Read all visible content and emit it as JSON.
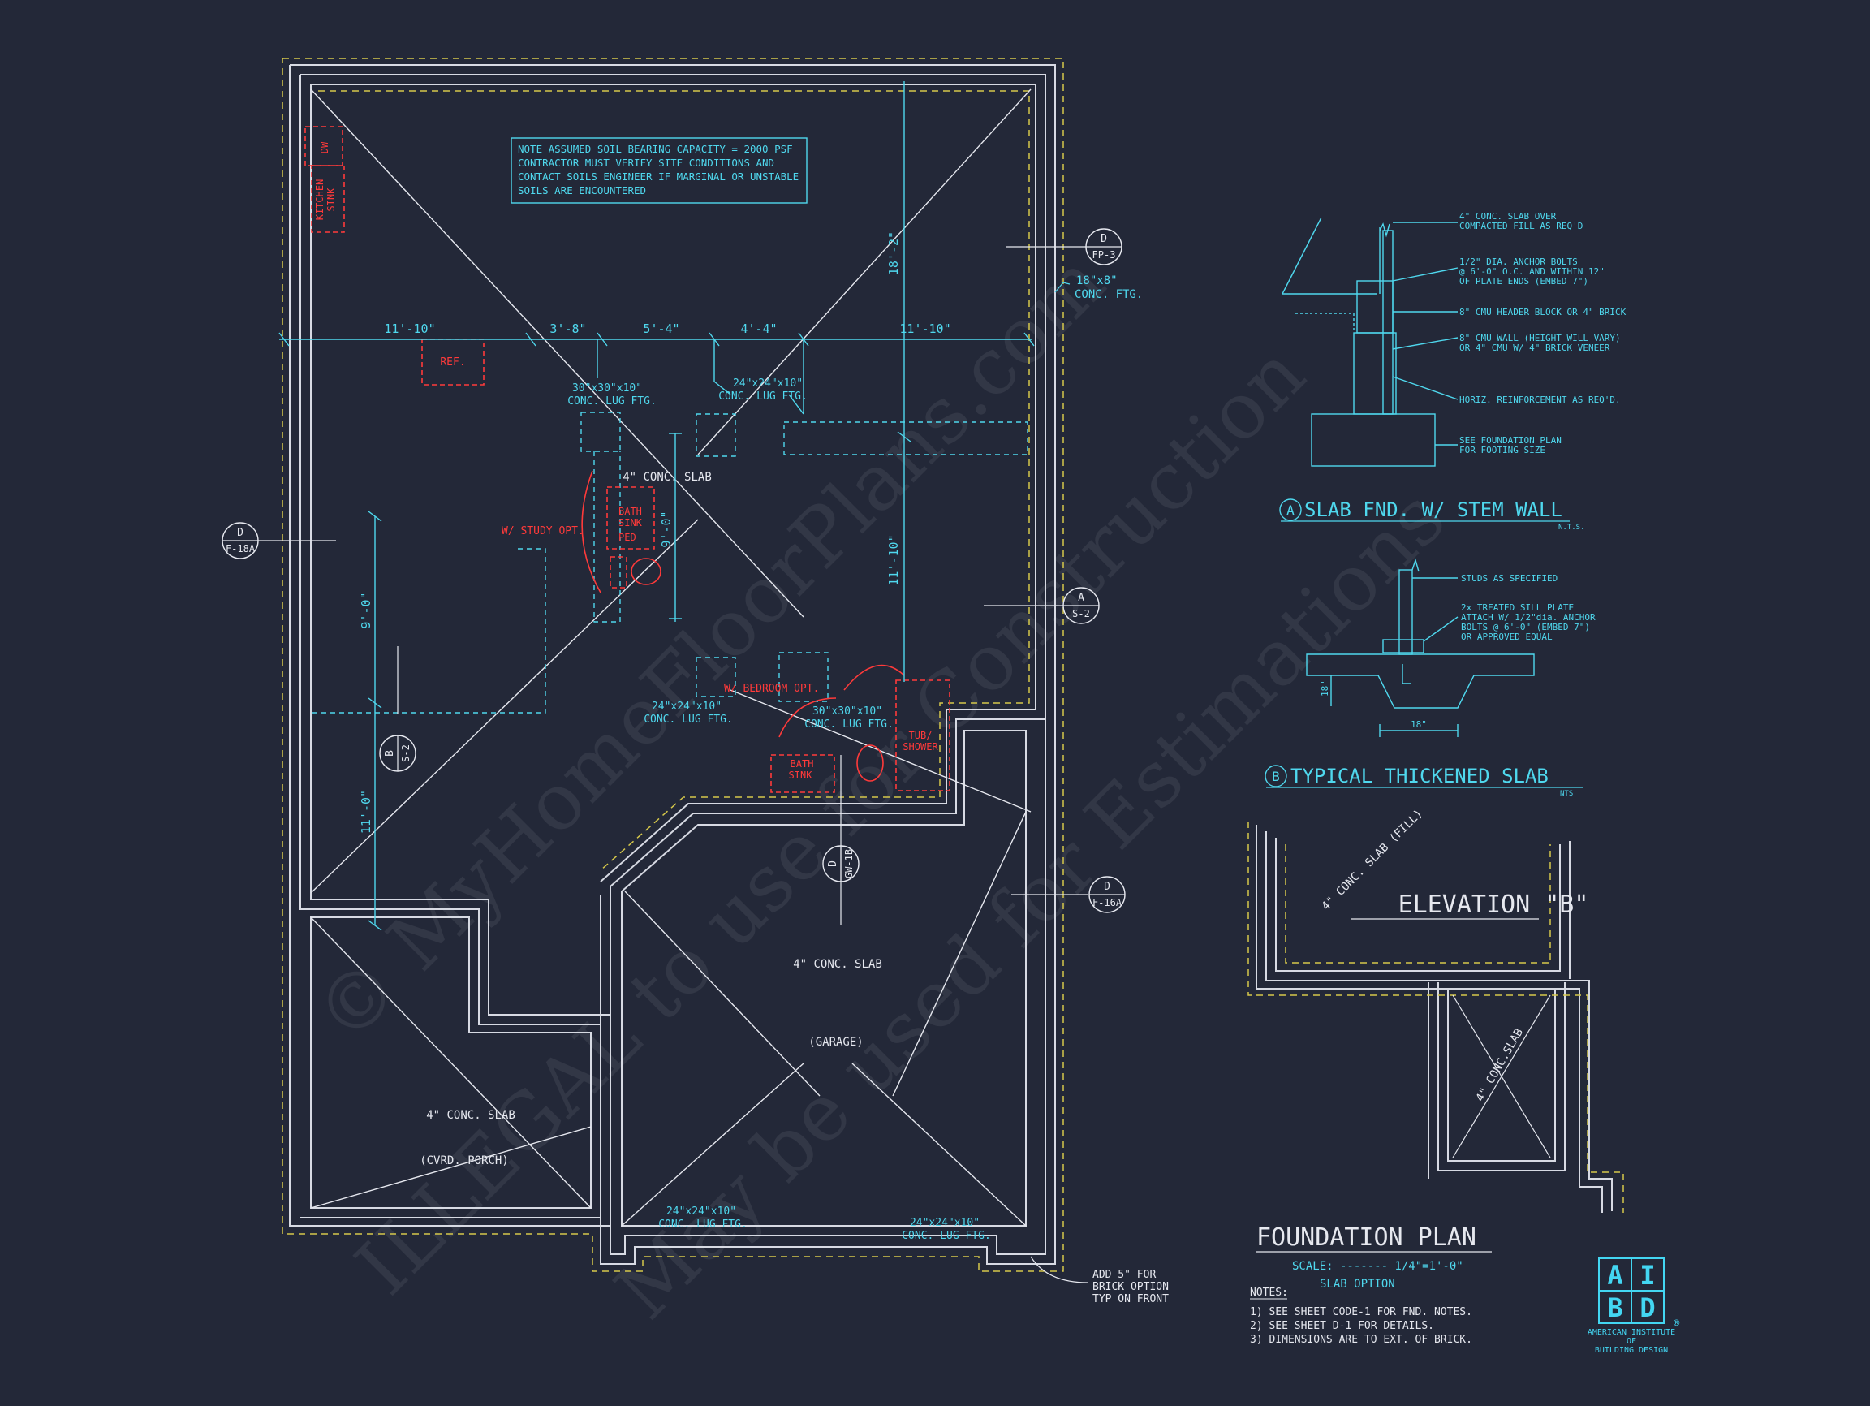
{
  "colors": {
    "background": "#232838",
    "wall": "#d7dae3",
    "dimension": "#4fd8ee",
    "dashed_edge": "#d6c84a",
    "fixture": "#ff3a3a",
    "logo": "#43d6f2"
  },
  "watermark": [
    "© MyHomeFloorPlans.com",
    "ILLEGAL to use for Construction",
    "May be used for Estimations"
  ],
  "plan": {
    "dimensions_top": [
      "11'-10\"",
      "3'-8\"",
      "5'-4\"",
      "4'-4\"",
      "11'-10\""
    ],
    "dim_right_vertical_upper": "18'-2\"",
    "dim_right_vertical_lower": "11'-10\"",
    "dim_mid_vertical": "9'-0\"",
    "dim_left_upper": "9'-0\"",
    "dim_left_lower": "11'-0\"",
    "soil_note": [
      "NOTE ASSUMED SOIL BEARING CAPACITY = 2000 PSF",
      "CONTRACTOR MUST VERIFY SITE CONDITIONS AND",
      "CONTACT SOILS ENGINEER IF MARGINAL OR UNSTABLE",
      "SOILS ARE ENCOUNTERED"
    ],
    "conc_ftg_note": [
      "18\"x8\"",
      "CONC. FTG."
    ],
    "footing_labels": {
      "f30a": [
        "30\"x30\"x10\"",
        "CONC. LUG FTG."
      ],
      "f24a": [
        "24\"x24\"x10\"",
        "CONC. LUG FTG."
      ],
      "f24b": [
        "24\"x24\"x10\"",
        "CONC. LUG FTG."
      ],
      "f30b": [
        "30\"x30\"x10\"",
        "CONC. LUG FTG."
      ],
      "f24c": [
        "24\"x24\"x10\"",
        "CONC. LUG FTG."
      ],
      "f24d": [
        "24\"x24\"x10\"",
        "CONC. LUG FTG."
      ]
    },
    "slab_labels": {
      "main": "4\" CONC. SLAB",
      "garage": "4\" CONC. SLAB",
      "garage_name": "(GARAGE)",
      "porch": "4\" CONC. SLAB",
      "porch_name": "(CVRD. PORCH)"
    },
    "red_labels": {
      "dw": "DW",
      "kitchen_sink": [
        "KITCHEN",
        "SINK"
      ],
      "ref": "REF.",
      "bath_sink_ped": [
        "BATH",
        "SINK",
        "PED"
      ],
      "study_opt": "W/ STUDY OPT.",
      "bedroom_opt": "W/ BEDROOM OPT.",
      "tub_shower": [
        "TUB/",
        "SHOWER"
      ],
      "bath_sink": [
        "BATH",
        "SINK"
      ]
    },
    "section_markers": [
      {
        "letter": "D",
        "sheet": "FP-3"
      },
      {
        "letter": "D",
        "sheet": "F-18A"
      },
      {
        "letter": "A",
        "sheet": "S-2"
      },
      {
        "letter": "B",
        "sheet": "S-2"
      },
      {
        "letter": "D",
        "sheet": "GW-1B"
      },
      {
        "letter": "D",
        "sheet": "F-16A"
      }
    ],
    "brick_note": [
      "ADD 5\" FOR",
      "BRICK OPTION",
      "TYP ON FRONT"
    ]
  },
  "detail_a": {
    "letter": "A",
    "title": "SLAB FND. W/ STEM WALL",
    "scale": "N.T.S.",
    "notes": [
      [
        "4\" CONC. SLAB OVER",
        "COMPACTED FILL AS REQ'D"
      ],
      [
        "1/2\" DIA. ANCHOR BOLTS",
        "@ 6'-0\" O.C. AND WITHIN 12\"",
        "OF PLATE ENDS (EMBED 7\")"
      ],
      [
        "8\" CMU HEADER BLOCK OR 4\" BRICK"
      ],
      [
        "8\" CMU WALL (HEIGHT WILL VARY)",
        "OR 4\" CMU W/ 4\" BRICK VENEER"
      ],
      [
        "HORIZ. REINFORCEMENT AS REQ'D."
      ],
      [
        "SEE FOUNDATION PLAN",
        "FOR FOOTING SIZE"
      ]
    ]
  },
  "detail_b": {
    "letter": "B",
    "title": "TYPICAL THICKENED SLAB",
    "scale": "NTS",
    "notes": [
      [
        "STUDS AS SPECIFIED"
      ],
      [
        "2x TREATED SILL PLATE",
        "ATTACH W/ 1/2\"dia. ANCHOR",
        "BOLTS @ 6'-0\" (EMBED 7\")",
        "OR APPROVED EQUAL"
      ]
    ],
    "dim_width": "18\"",
    "dim_depth": "18\""
  },
  "elevation_b": {
    "title": "ELEVATION \"B\"",
    "slab_fill": "4\" CONC. SLAB (FILL)",
    "slab": "4\" CONC.SLAB"
  },
  "title_block": {
    "title": "FOUNDATION PLAN",
    "scale": "SCALE: ------- 1/4\"=1'-0\"",
    "option": "SLAB OPTION",
    "notes_heading": "NOTES:",
    "notes": [
      "1)  SEE SHEET CODE-1 FOR FND. NOTES.",
      "2)  SEE SHEET D-1 FOR DETAILS.",
      "3)  DIMENSIONS ARE TO EXT. OF BRICK."
    ]
  },
  "logo": {
    "letters": [
      "A",
      "I",
      "B",
      "D"
    ],
    "registered": "®",
    "org": [
      "AMERICAN INSTITUTE",
      "OF",
      "BUILDING DESIGN"
    ]
  }
}
